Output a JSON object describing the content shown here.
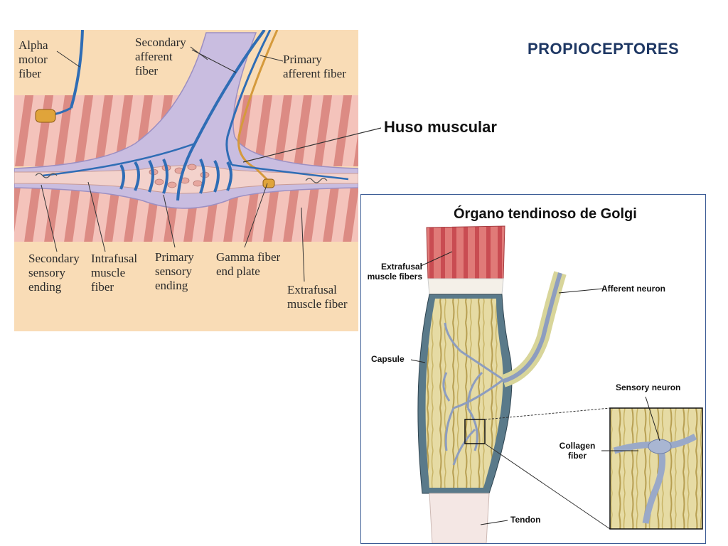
{
  "slide": {
    "title": "PROPIOCEPTORES",
    "title_color": "#1f3864"
  },
  "spindle": {
    "caption": "Huso muscular",
    "labels": {
      "alpha_motor": "Alpha\nmotor\nfiber",
      "secondary_afferent": "Secondary\nafferent\nfiber",
      "primary_afferent": "Primary\nafferent fiber",
      "secondary_sensory": "Secondary\nsensory\nending",
      "intrafusal": "Intrafusal\nmuscle\nfiber",
      "primary_sensory": "Primary\nsensory\nending",
      "gamma": "Gamma fiber\nend plate",
      "extrafusal": "Extrafusal\nmuscle fiber"
    },
    "colors": {
      "background": "#f9dcb6",
      "muscle_stripe_light": "#f0b6ae",
      "muscle_stripe_dark": "#d9827c",
      "capsule": "#c9bde0",
      "nerve": "#2f6db5"
    }
  },
  "golgi": {
    "title": "Órgano tendinoso de Golgi",
    "labels": {
      "extrafusal": "Extrafusal\nmuscle fibers",
      "afferent": "Afferent neuron",
      "capsule": "Capsule",
      "sensory_neuron": "Sensory neuron",
      "collagen": "Collagen\nfiber",
      "tendon": "Tendon"
    },
    "colors": {
      "collagen": "#e3d8a0",
      "muscle": "#d9595c",
      "neuron": "#9aa9c8"
    }
  }
}
